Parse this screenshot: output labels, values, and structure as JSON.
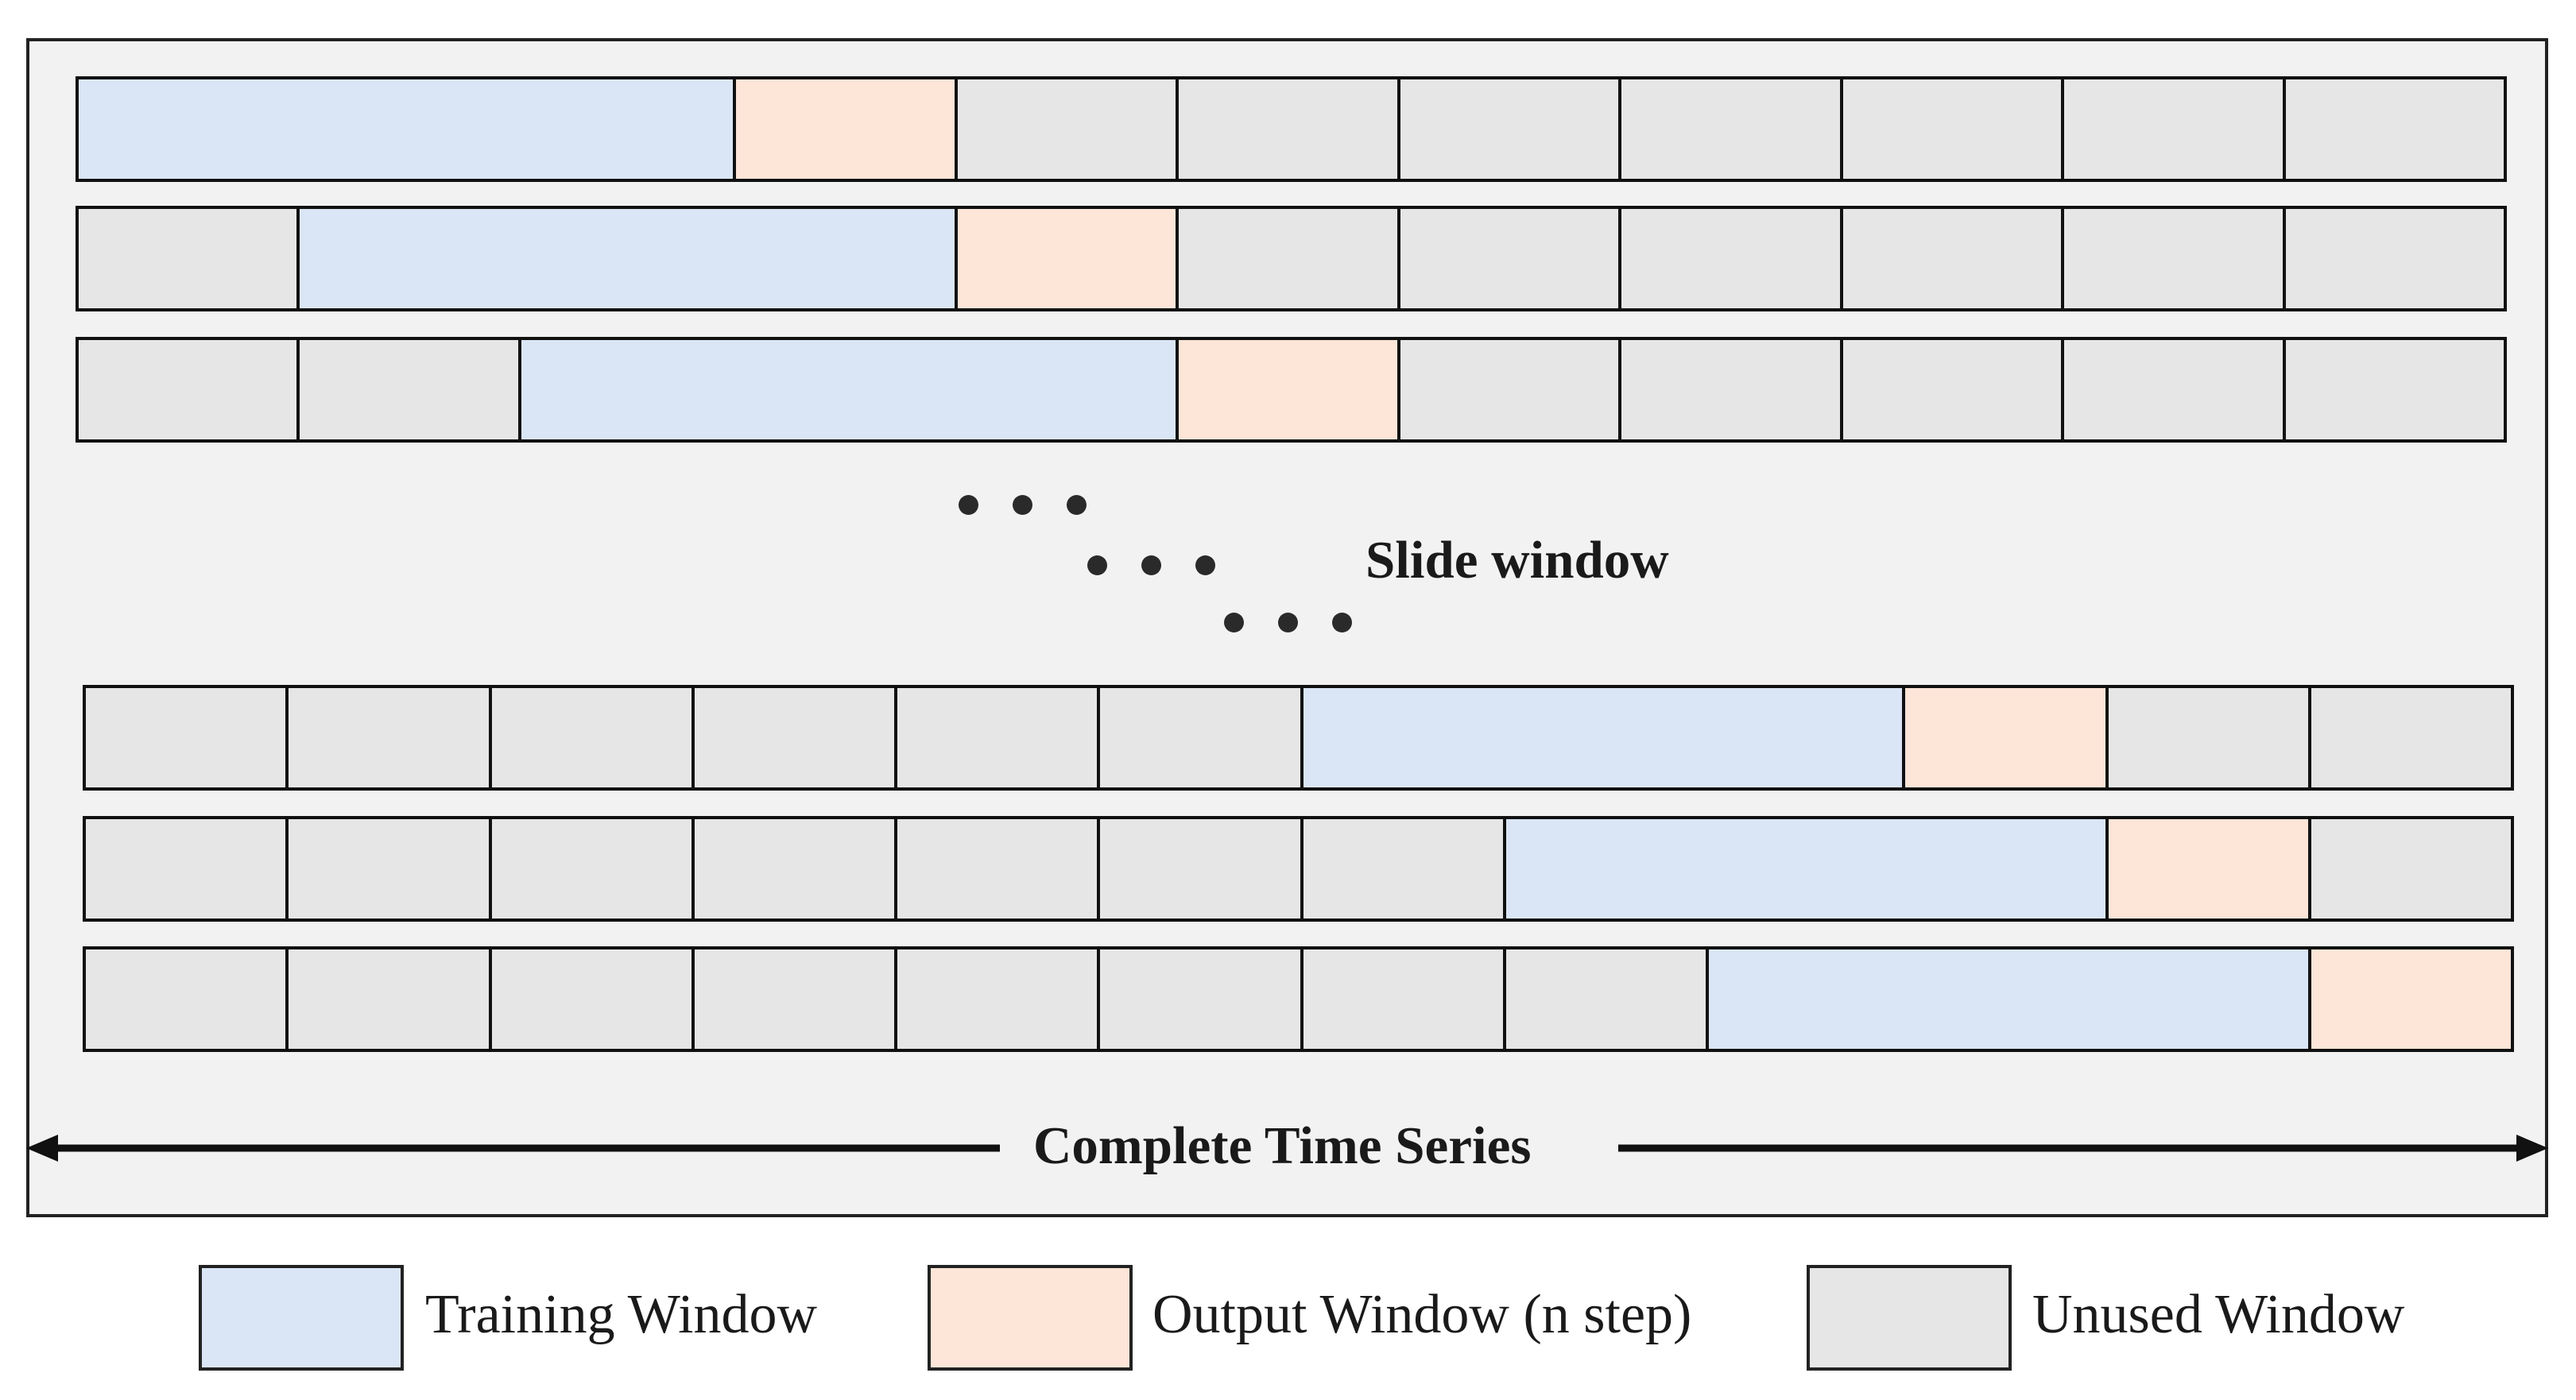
{
  "diagram": {
    "slide_label": "Slide window",
    "axis_label": "Complete Time Series",
    "colors": {
      "training": "#dae6f6",
      "output": "#fde5d8",
      "unused": "#e6e6e6",
      "border": "#111111",
      "frame_background": "#f2f2f2"
    },
    "rows": [
      {
        "cells": [
          "training",
          "output",
          "unused",
          "unused",
          "unused",
          "unused",
          "unused",
          "unused",
          "unused"
        ],
        "spans": [
          3,
          1,
          1,
          1,
          1,
          1,
          1,
          1,
          1
        ]
      },
      {
        "cells": [
          "unused",
          "training",
          "output",
          "unused",
          "unused",
          "unused",
          "unused",
          "unused",
          "unused"
        ],
        "spans": [
          1,
          3,
          1,
          1,
          1,
          1,
          1,
          1,
          1
        ]
      },
      {
        "cells": [
          "unused",
          "unused",
          "training",
          "output",
          "unused",
          "unused",
          "unused",
          "unused",
          "unused"
        ],
        "spans": [
          1,
          1,
          3,
          1,
          1,
          1,
          1,
          1,
          1
        ]
      },
      {
        "cells": [
          "unused",
          "unused",
          "unused",
          "unused",
          "unused",
          "unused",
          "training",
          "output",
          "unused",
          "unused"
        ],
        "spans": [
          1,
          1,
          1,
          1,
          1,
          1,
          3,
          1,
          1,
          1
        ]
      },
      {
        "cells": [
          "unused",
          "unused",
          "unused",
          "unused",
          "unused",
          "unused",
          "unused",
          "training",
          "output",
          "unused"
        ],
        "spans": [
          1,
          1,
          1,
          1,
          1,
          1,
          1,
          3,
          1,
          1
        ]
      },
      {
        "cells": [
          "unused",
          "unused",
          "unused",
          "unused",
          "unused",
          "unused",
          "unused",
          "unused",
          "training",
          "output"
        ],
        "spans": [
          1,
          1,
          1,
          1,
          1,
          1,
          1,
          1,
          3,
          1
        ]
      }
    ]
  },
  "legend": {
    "items": [
      {
        "type": "training",
        "label": "Training Window"
      },
      {
        "type": "output",
        "label": "Output Window (n step)"
      },
      {
        "type": "unused",
        "label": "Unused Window"
      }
    ]
  }
}
